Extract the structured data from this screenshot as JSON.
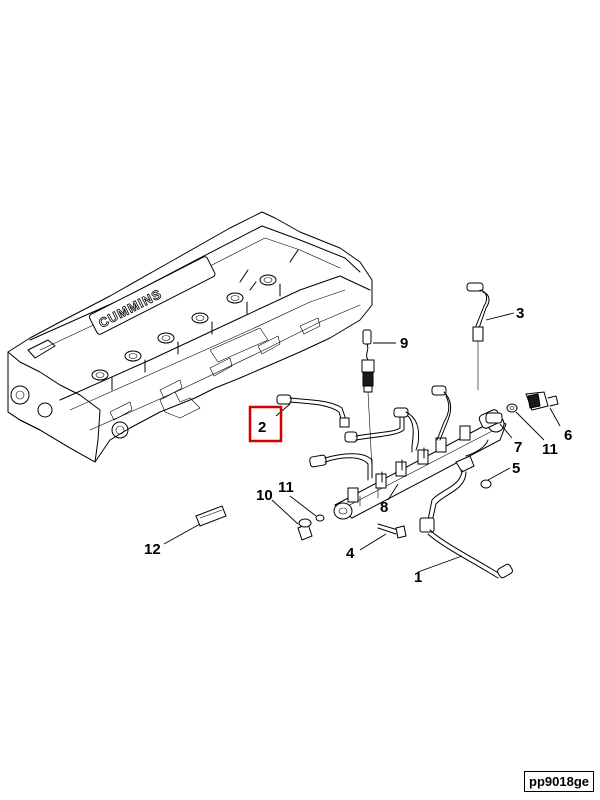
{
  "diagram": {
    "logo_text": "CUMMINS",
    "callouts": {
      "c1": "1",
      "c2": "2",
      "c3": "3",
      "c4": "4",
      "c5": "5",
      "c6": "6",
      "c7": "7",
      "c8": "8",
      "c9": "9",
      "c10": "10",
      "c11a": "11",
      "c11b": "11",
      "c12": "12"
    },
    "highlighted_callout": "2",
    "highlight_color": "#d40000",
    "figure_code": "pp9018ge"
  }
}
